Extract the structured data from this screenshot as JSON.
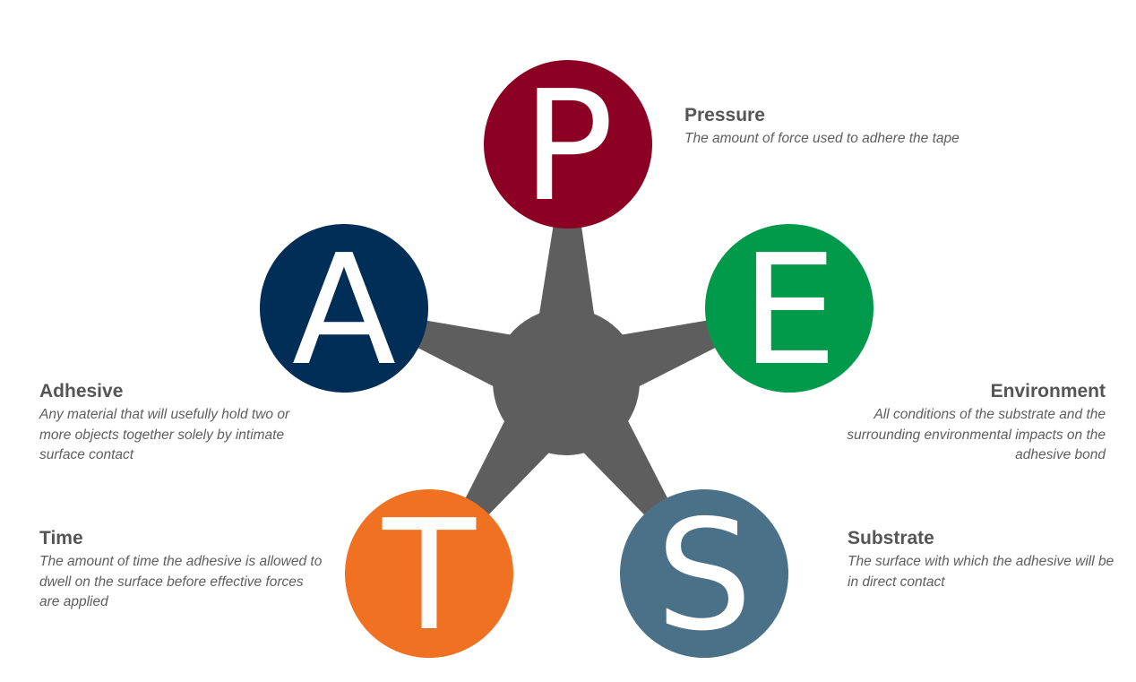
{
  "center": {
    "color": "#5e5e5e"
  },
  "nodes": [
    {
      "key": "pressure",
      "letter": "P",
      "title": "Pressure",
      "description": "The amount of force used to adhere the tape",
      "color": "#8b0023"
    },
    {
      "key": "environment",
      "letter": "E",
      "title": "Environment",
      "description": "All conditions of the substrate and the surrounding environmental impacts on the adhesive bond",
      "color": "#009a4a"
    },
    {
      "key": "substrate",
      "letter": "S",
      "title": "Substrate",
      "description": "The surface with which the adhesive will be in direct contact",
      "color": "#4b7188"
    },
    {
      "key": "time",
      "letter": "T",
      "title": "Time",
      "description": "The amount of time the adhesive is allowed to dwell on the surface before effective forces are applied",
      "color": "#f07121"
    },
    {
      "key": "adhesive",
      "letter": "A",
      "title": "Adhesive",
      "description": "Any material that will usefully hold two or more objects together solely by intimate surface contact",
      "color": "#002e56"
    }
  ]
}
